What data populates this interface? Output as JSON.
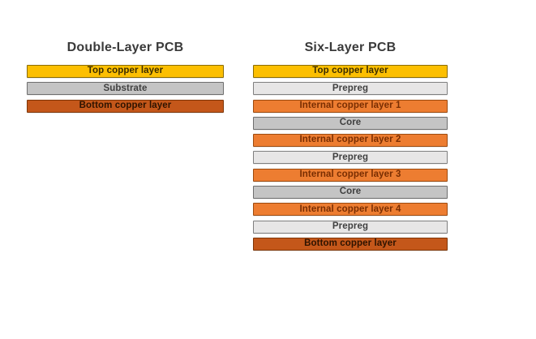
{
  "canvas": {
    "background": "#ffffff"
  },
  "palette": {
    "copper-top": {
      "fill": "#FCBF01",
      "border": "#8A6C00",
      "text": "#3C2D00"
    },
    "prepreg": {
      "fill": "#E7E6E6",
      "border": "#7F7F7F",
      "text": "#404040"
    },
    "core": {
      "fill": "#C4C4C4",
      "border": "#6E6E6E",
      "text": "#404040"
    },
    "copper-internal": {
      "fill": "#ED7D31",
      "border": "#9C4B10",
      "text": "#7A2E02"
    },
    "copper-bottom": {
      "fill": "#C4571A",
      "border": "#7F3608",
      "text": "#2E1300"
    }
  },
  "diagrams": [
    {
      "title": "Double-Layer PCB",
      "layers": [
        {
          "label": "Top copper layer",
          "type": "copper-top"
        },
        {
          "label": "Substrate",
          "type": "core"
        },
        {
          "label": "Bottom copper layer",
          "type": "copper-bottom"
        }
      ]
    },
    {
      "title": "Six-Layer PCB",
      "layers": [
        {
          "label": "Top copper layer",
          "type": "copper-top"
        },
        {
          "label": "Prepreg",
          "type": "prepreg"
        },
        {
          "label": "Internal copper layer 1",
          "type": "copper-internal"
        },
        {
          "label": "Core",
          "type": "core"
        },
        {
          "label": "Internal copper layer 2",
          "type": "copper-internal"
        },
        {
          "label": "Prepreg",
          "type": "prepreg"
        },
        {
          "label": "Internal copper layer 3",
          "type": "copper-internal"
        },
        {
          "label": "Core",
          "type": "core"
        },
        {
          "label": "Internal copper layer 4",
          "type": "copper-internal"
        },
        {
          "label": "Prepreg",
          "type": "prepreg"
        },
        {
          "label": "Bottom copper layer",
          "type": "copper-bottom"
        }
      ]
    }
  ]
}
